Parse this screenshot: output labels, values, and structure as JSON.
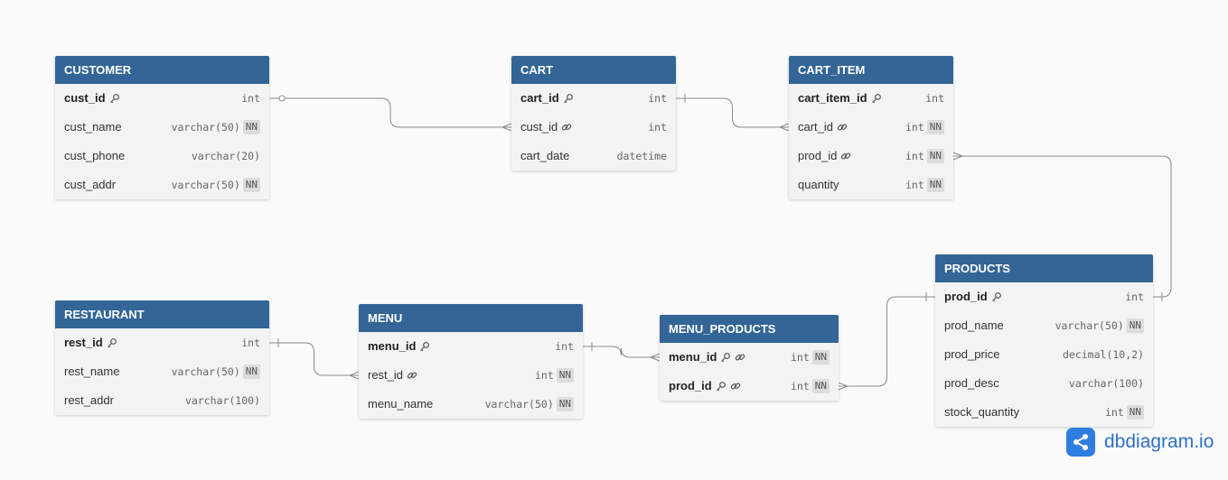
{
  "brand": {
    "name": "dbdiagram.io",
    "logo_icon": "share-nodes-icon",
    "color": "#2f7de1"
  },
  "colors": {
    "header_bg": "#336697",
    "table_bg": "#f3f3f3",
    "line": "#8a8a8a"
  },
  "tables": {
    "customer": {
      "name": "CUSTOMER",
      "fields": [
        {
          "name": "cust_id",
          "type": "int",
          "pk": true,
          "fk": false,
          "nn": false
        },
        {
          "name": "cust_name",
          "type": "varchar(50)",
          "pk": false,
          "fk": false,
          "nn": true
        },
        {
          "name": "cust_phone",
          "type": "varchar(20)",
          "pk": false,
          "fk": false,
          "nn": false
        },
        {
          "name": "cust_addr",
          "type": "varchar(50)",
          "pk": false,
          "fk": false,
          "nn": true
        }
      ]
    },
    "cart": {
      "name": "CART",
      "fields": [
        {
          "name": "cart_id",
          "type": "int",
          "pk": true,
          "fk": false,
          "nn": false
        },
        {
          "name": "cust_id",
          "type": "int",
          "pk": false,
          "fk": true,
          "nn": false
        },
        {
          "name": "cart_date",
          "type": "datetime",
          "pk": false,
          "fk": false,
          "nn": false
        }
      ]
    },
    "cart_item": {
      "name": "CART_ITEM",
      "fields": [
        {
          "name": "cart_item_id",
          "type": "int",
          "pk": true,
          "fk": false,
          "nn": false
        },
        {
          "name": "cart_id",
          "type": "int",
          "pk": false,
          "fk": true,
          "nn": true
        },
        {
          "name": "prod_id",
          "type": "int",
          "pk": false,
          "fk": true,
          "nn": true
        },
        {
          "name": "quantity",
          "type": "int",
          "pk": false,
          "fk": false,
          "nn": true
        }
      ]
    },
    "products": {
      "name": "PRODUCTS",
      "fields": [
        {
          "name": "prod_id",
          "type": "int",
          "pk": true,
          "fk": false,
          "nn": false
        },
        {
          "name": "prod_name",
          "type": "varchar(50)",
          "pk": false,
          "fk": false,
          "nn": true
        },
        {
          "name": "prod_price",
          "type": "decimal(10,2)",
          "pk": false,
          "fk": false,
          "nn": false
        },
        {
          "name": "prod_desc",
          "type": "varchar(100)",
          "pk": false,
          "fk": false,
          "nn": false
        },
        {
          "name": "stock_quantity",
          "type": "int",
          "pk": false,
          "fk": false,
          "nn": true
        }
      ]
    },
    "restaurant": {
      "name": "RESTAURANT",
      "fields": [
        {
          "name": "rest_id",
          "type": "int",
          "pk": true,
          "fk": false,
          "nn": false
        },
        {
          "name": "rest_name",
          "type": "varchar(50)",
          "pk": false,
          "fk": false,
          "nn": true
        },
        {
          "name": "rest_addr",
          "type": "varchar(100)",
          "pk": false,
          "fk": false,
          "nn": false
        }
      ]
    },
    "menu": {
      "name": "MENU",
      "fields": [
        {
          "name": "menu_id",
          "type": "int",
          "pk": true,
          "fk": false,
          "nn": false
        },
        {
          "name": "rest_id",
          "type": "int",
          "pk": false,
          "fk": true,
          "nn": true
        },
        {
          "name": "menu_name",
          "type": "varchar(50)",
          "pk": false,
          "fk": false,
          "nn": true
        }
      ]
    },
    "menu_products": {
      "name": "MENU_PRODUCTS",
      "fields": [
        {
          "name": "menu_id",
          "type": "int",
          "pk": true,
          "fk": true,
          "nn": true
        },
        {
          "name": "prod_id",
          "type": "int",
          "pk": true,
          "fk": true,
          "nn": true
        }
      ]
    }
  },
  "relationships": [
    {
      "from": "customer.cust_id",
      "to": "cart.cust_id",
      "from_end": "zero-or-one",
      "to_end": "many"
    },
    {
      "from": "cart.cart_id",
      "to": "cart_item.cart_id",
      "from_end": "one",
      "to_end": "many"
    },
    {
      "from": "cart_item.prod_id",
      "to": "products.prod_id",
      "from_end": "many",
      "to_end": "one"
    },
    {
      "from": "restaurant.rest_id",
      "to": "menu.rest_id",
      "from_end": "one",
      "to_end": "many"
    },
    {
      "from": "menu.menu_id",
      "to": "menu_products.menu_id",
      "from_end": "one",
      "to_end": "many"
    },
    {
      "from": "menu_products.prod_id",
      "to": "products.prod_id",
      "from_end": "many",
      "to_end": "one"
    }
  ]
}
